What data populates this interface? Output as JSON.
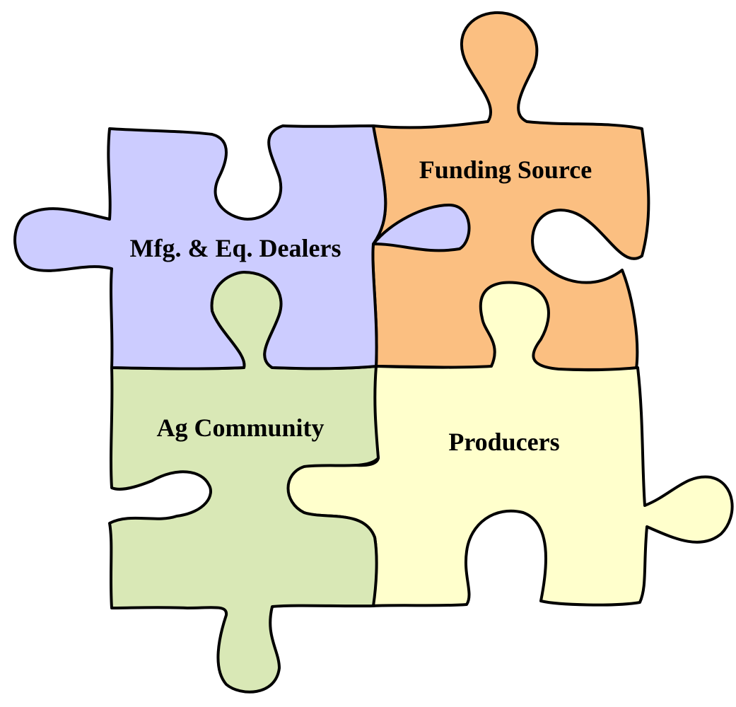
{
  "diagram": {
    "pieces": {
      "funding": {
        "label": "Funding Source",
        "color": "#FBBF81"
      },
      "dealers": {
        "label": "Mfg. & Eq. Dealers",
        "color": "#CCCCFF"
      },
      "community": {
        "label": "Ag Community",
        "color": "#D9E8B6"
      },
      "producers": {
        "label": "Producers",
        "color": "#FFFFCC"
      }
    }
  }
}
